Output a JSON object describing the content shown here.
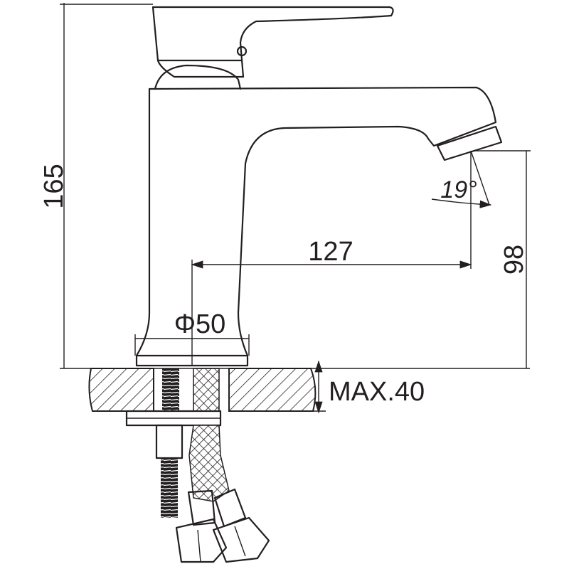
{
  "drawing": {
    "title": "Basin faucet dimension drawing",
    "dimensions": {
      "total_height": "165",
      "spout_reach": "127",
      "spout_height": "98",
      "base_diameter": "Φ50",
      "spout_angle": "19°",
      "max_counter_thickness": "MAX.40"
    },
    "line_color": "#231f20"
  }
}
